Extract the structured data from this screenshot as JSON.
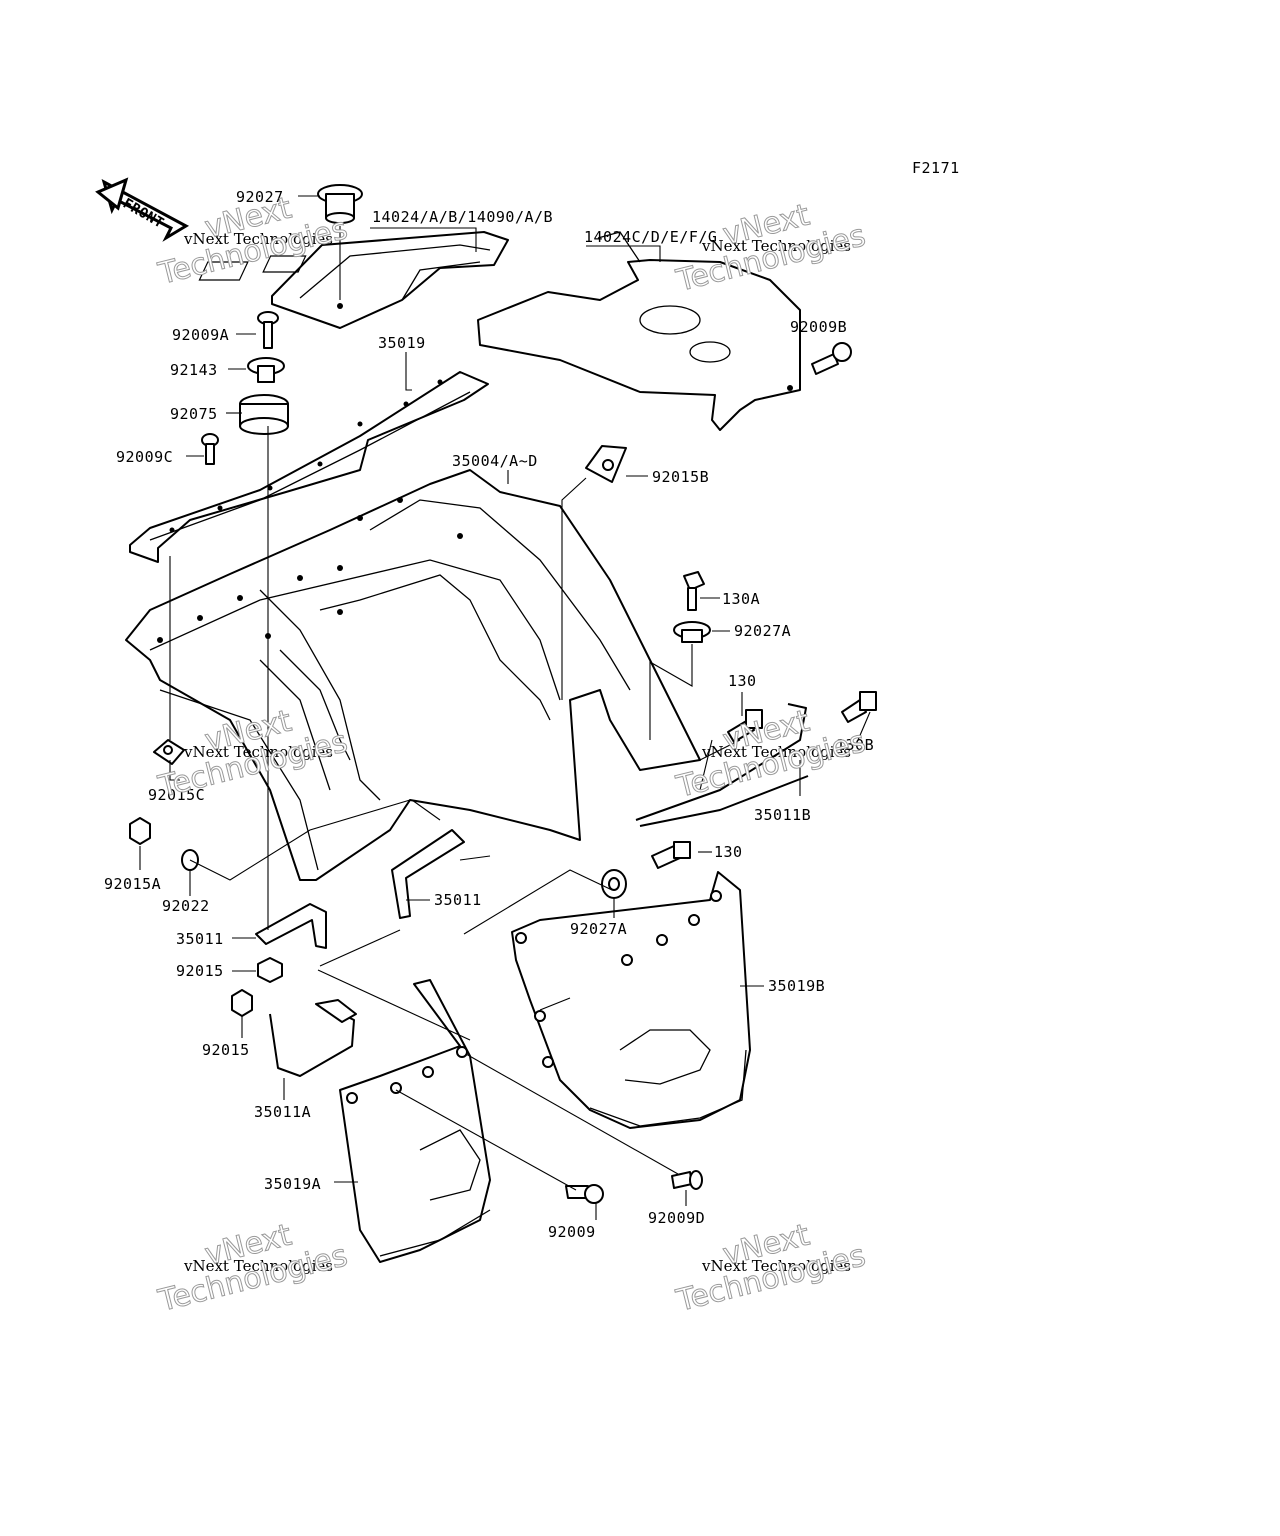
{
  "figure_code": "F2171",
  "front_arrow_text": "FRONT",
  "watermark": {
    "line1": "vNext Technologies",
    "line2": "vNext",
    "line3": "Technologies"
  },
  "part_labels": [
    "92027",
    "14024/A/B/14090/A/B",
    "14024C/D/E/F/G",
    "92009A",
    "92009B",
    "35019",
    "92143",
    "92075",
    "92009C",
    "35004/A~D",
    "92015B",
    "130A",
    "92027A",
    "130",
    "130B",
    "35011B",
    "92015C",
    "130",
    "92015A",
    "92022",
    "35011",
    "92027A",
    "35011",
    "35019B",
    "92015",
    "92015",
    "35011A",
    "35019A",
    "92009",
    "92009D"
  ]
}
